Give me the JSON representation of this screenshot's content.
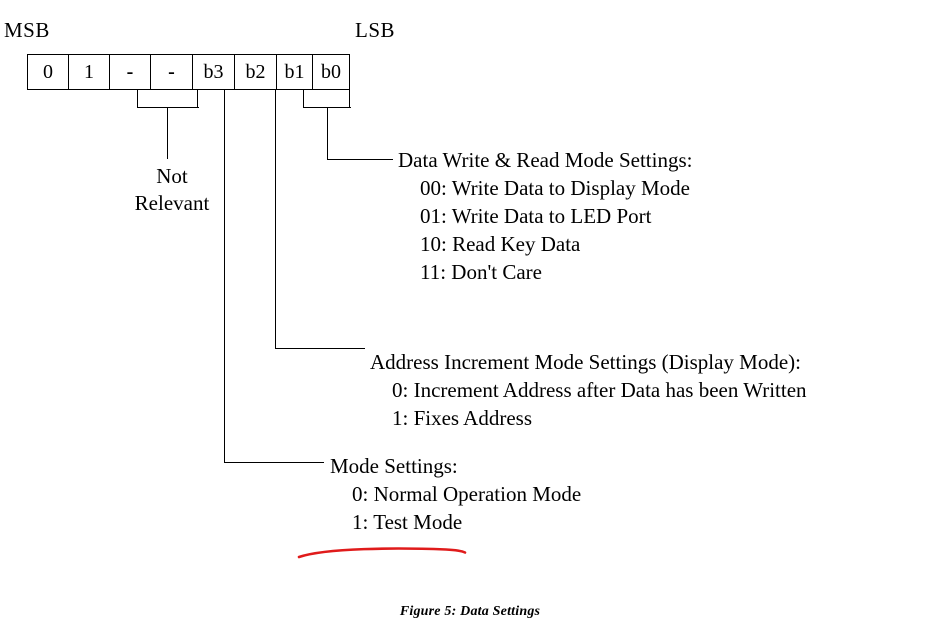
{
  "figure": {
    "caption": "Figure 5:  Data Settings",
    "msb_label": "MSB",
    "lsb_label": "LSB"
  },
  "bit_field": {
    "cells": [
      {
        "label": "0",
        "name": "bit-cell-7"
      },
      {
        "label": "1",
        "name": "bit-cell-6"
      },
      {
        "label": "-",
        "name": "bit-cell-5"
      },
      {
        "label": "-",
        "name": "bit-cell-4"
      },
      {
        "label": "b3",
        "name": "bit-cell-b3"
      },
      {
        "label": "b2",
        "name": "bit-cell-b2"
      },
      {
        "label": "b1",
        "name": "bit-cell-b1"
      },
      {
        "label": "b0",
        "name": "bit-cell-b0"
      }
    ]
  },
  "not_relevant": {
    "line1": "Not",
    "line2": "Relevant"
  },
  "annotations": {
    "data_mode": {
      "heading": "Data Write & Read Mode Settings:",
      "items": [
        "00:  Write Data to Display Mode",
        "01: Write Data to LED Port",
        "10:  Read Key Data",
        "11:  Don't Care"
      ]
    },
    "address_mode": {
      "heading": "Address Increment Mode Settings (Display Mode):",
      "items": [
        "0:  Increment Address after Data has been Written",
        "1: Fixes Address"
      ]
    },
    "mode": {
      "heading": "Mode Settings:",
      "items": [
        "0:  Normal Operation Mode",
        "1: Test Mode"
      ]
    }
  },
  "markup": {
    "red_underline_color": "#e01b1b"
  }
}
